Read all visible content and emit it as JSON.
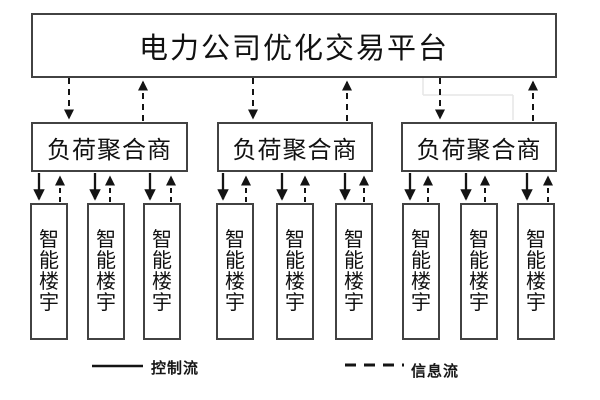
{
  "diagram": {
    "platform": {
      "label": "电力公司优化交易平台"
    },
    "aggregators": [
      {
        "label": "负荷聚合商"
      },
      {
        "label": "负荷聚合商"
      },
      {
        "label": "负荷聚合商"
      }
    ],
    "buildings": [
      {
        "label": "智能楼宇"
      },
      {
        "label": "智能楼宇"
      },
      {
        "label": "智能楼宇"
      },
      {
        "label": "智能楼宇"
      },
      {
        "label": "智能楼宇"
      },
      {
        "label": "智能楼宇"
      },
      {
        "label": "智能楼宇"
      },
      {
        "label": "智能楼宇"
      },
      {
        "label": "智能楼宇"
      }
    ],
    "legend": {
      "control": {
        "label": "控制流",
        "line_style": "solid"
      },
      "info": {
        "label": "信息流",
        "line_style": "dashed"
      }
    },
    "flows": {
      "platform_to_aggregator": "dashed-bidirectional",
      "aggregator_to_building": "solid-down-dashed-up"
    },
    "colors": {
      "background": "#ffffff",
      "box_border": "#424242",
      "arrow": "#141414",
      "text": "#111111",
      "ghost_artifact": "#e6e6e6"
    }
  }
}
